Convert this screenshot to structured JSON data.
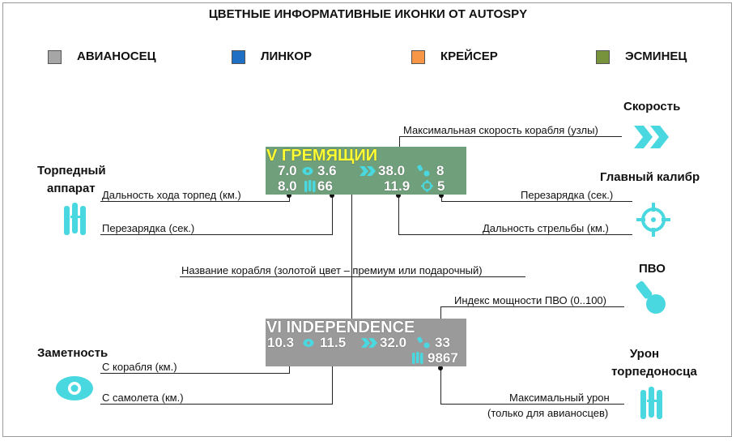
{
  "title": "ЦВЕТНЫЕ ИНФОРМАТИВНЫЕ ИКОНКИ ОТ AUTOSPY",
  "legend": [
    {
      "label": "АВИАНОСЕЦ",
      "color": "#a6a6a6"
    },
    {
      "label": "ЛИНКОР",
      "color": "#1f6fc4"
    },
    {
      "label": "КРЕЙСЕР",
      "color": "#f79646"
    },
    {
      "label": "ЭСМИНЕЦ",
      "color": "#77933c"
    }
  ],
  "icon_color": "#4ad8e0",
  "headings": {
    "speed": "Скорость",
    "main_battery": "Главный калибр",
    "torpedo_l1": "Торпедный",
    "torpedo_l2": "аппарат",
    "aa": "ПВО",
    "concealment": "Заметность",
    "tb_l1": "Урон",
    "tb_l2": "торпедоносца"
  },
  "labels": {
    "max_speed": "Максимальная скорость корабля (узлы)",
    "torp_range": "Дальность хода торпед (км.)",
    "torp_reload": "Перезарядка (сек.)",
    "gun_reload": "Перезарядка (сек.)",
    "gun_range": "Дальность стрельбы (км.)",
    "ship_name": "Название корабля (золотой цвет – премиум или подарочный)",
    "aa_index": "Индекс мощности ПВО (0..100)",
    "from_ship": "С корабля (км.)",
    "from_plane": "С самолета (км.)",
    "max_damage": "Максимальный урон",
    "max_damage_note": "(только для авианосцев)"
  },
  "ship1": {
    "name": "V ГРЕМЯЩИИ",
    "bg": "#6fa07b",
    "name_color": "#ffff33",
    "v1": "7.0",
    "v2": "3.6",
    "v3": "38.0",
    "v4": "8",
    "v5": "8.0",
    "v6": "66",
    "v7": "11.9",
    "v8": "5"
  },
  "ship2": {
    "name": "VI INDEPENDENCE",
    "bg": "#9a9a9a",
    "name_color": "#ffffff",
    "v1": "10.3",
    "v2": "11.5",
    "v3": "32.0",
    "v4": "33",
    "v5": "9867"
  }
}
